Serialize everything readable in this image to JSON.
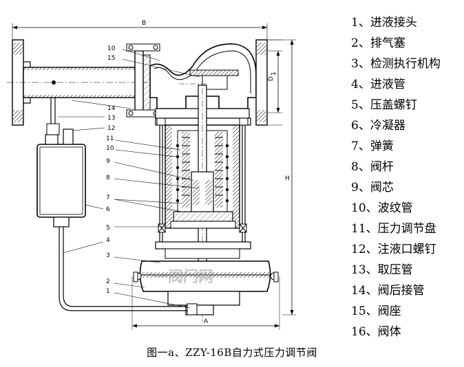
{
  "legend": [
    "1、进液接头",
    "2、排气塞",
    "3、检测执行机构",
    "4、进液管",
    "5、压盖螺钉",
    "6、冷凝器",
    "7、弹簧",
    "8、阀杆",
    "9、阀芯",
    "10、波纹管",
    "11、压力调节盘",
    "12、注液口螺钉",
    "13、取压管",
    "14、阀后接管",
    "15、阀座",
    "16、阀体"
  ],
  "callouts": [
    "10",
    "15",
    "14",
    "13",
    "12",
    "11",
    "10",
    "9",
    "8",
    "7",
    "6",
    "5",
    "4",
    "3",
    "2",
    "1"
  ],
  "dimensions": {
    "B": "B",
    "A": "A",
    "H": "H",
    "D": "D",
    "D_sub": "1"
  },
  "caption": "图一a、ZZY-16B自力式压力调节阀",
  "watermark": "一阀门网"
}
